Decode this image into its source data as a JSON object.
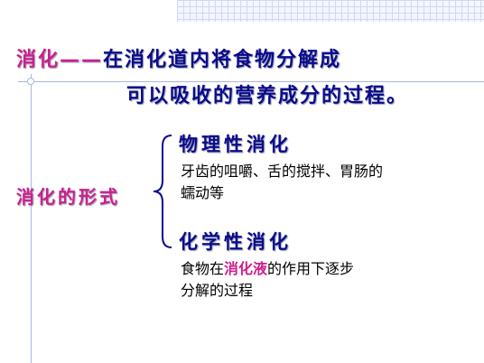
{
  "definition": {
    "term": "消化",
    "dash": "——",
    "line1": "在消化道内将食物分解成",
    "line2": "可以吸收的营养成分的过程。"
  },
  "forms": {
    "label": "消化的形式",
    "physical": {
      "title": "物理性消化",
      "desc_line1": "牙齿的咀嚼、舌的搅拌、胃肠的",
      "desc_line2": "蠕动等"
    },
    "chemical": {
      "title": "化学性消化",
      "desc_pre": "食物在",
      "desc_highlight": "消化液",
      "desc_post": "的作用下逐步",
      "desc_line2": "分解的过程"
    }
  },
  "colors": {
    "term": "#cc1f8d",
    "body": "#0a0a8c",
    "highlight": "#cc1f8d"
  }
}
